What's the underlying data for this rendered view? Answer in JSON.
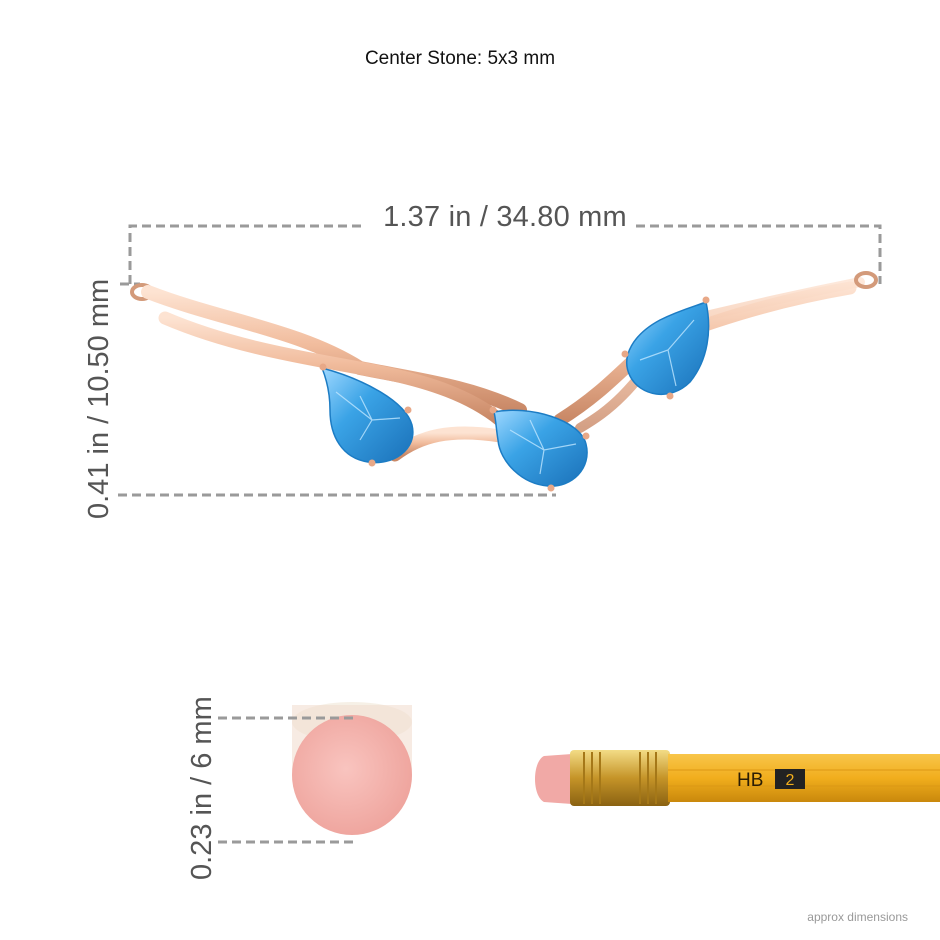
{
  "header": {
    "center_stone": "Center Stone: 5x3 mm"
  },
  "dimensions": {
    "width_label": "1.37 in / 34.80 mm",
    "height_label": "0.41 in / 10.50 mm",
    "eraser_label": "0.23 in / 6 mm"
  },
  "pencil": {
    "grade": "HB",
    "number": "2"
  },
  "footer": {
    "note": "approx dimensions"
  },
  "colors": {
    "metal": "#f1bc9d",
    "metal_dark": "#c98866",
    "stone": "#3aa3e6",
    "stone_dark": "#1c7cc4",
    "eraser": "#f4b0aa",
    "pencil_body": "#f1ae1d",
    "ferrule": "#d9a935",
    "dim_line": "#9a9a9a",
    "dim_text": "#555555"
  }
}
